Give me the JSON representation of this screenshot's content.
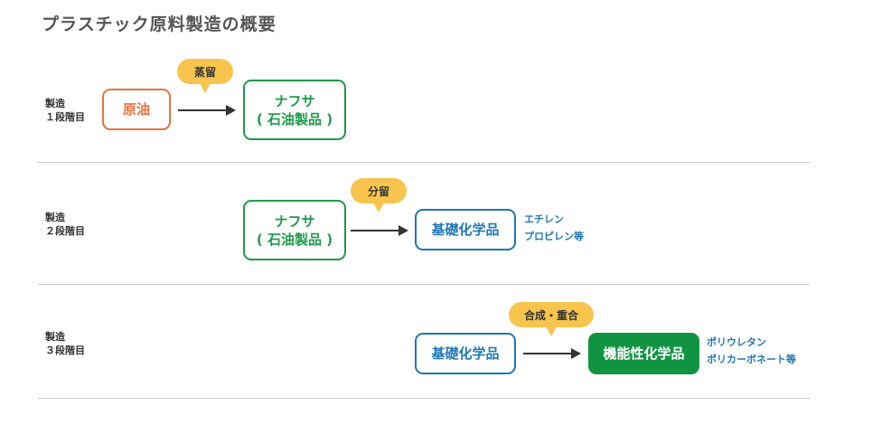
{
  "title": "プラスチック原料製造の概要",
  "stages": [
    {
      "label_line1": "製造",
      "label_line2": "１段階目",
      "source": "原油",
      "process": "蒸留",
      "target_line1": "ナフサ",
      "target_line2": "( 石油製品 )"
    },
    {
      "label_line1": "製造",
      "label_line2": "２段階目",
      "source_line1": "ナフサ",
      "source_line2": "( 石油製品 )",
      "process": "分留",
      "target": "基礎化学品",
      "examples": [
        "エチレン",
        "プロピレン等"
      ]
    },
    {
      "label_line1": "製造",
      "label_line2": "３段階目",
      "source": "基礎化学品",
      "process": "合成・重合",
      "target": "機能性化学品",
      "examples": [
        "ポリウレタン",
        "ポリカーボネート等"
      ]
    }
  ],
  "colors": {
    "orange": "#e8733a",
    "green": "#1e9a4a",
    "blue": "#1f78b4",
    "filled_green": "#119442",
    "bubble": "#f7c54d"
  }
}
